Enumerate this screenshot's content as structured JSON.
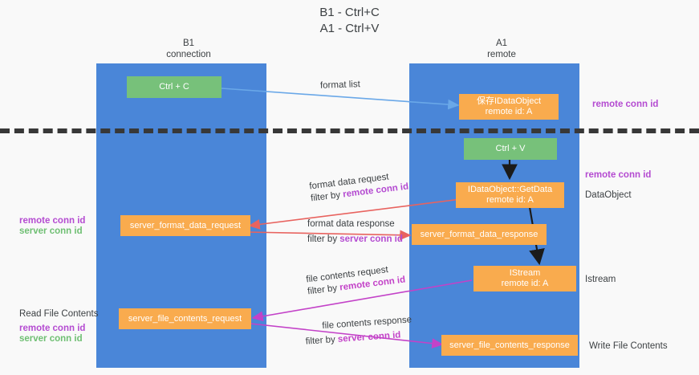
{
  "title": {
    "line1": "B1 - Ctrl+C",
    "line2": "A1 - Ctrl+V"
  },
  "lanes": [
    {
      "id": "b1",
      "name": "B1",
      "role": "connection",
      "color": "#4a86d8"
    },
    {
      "id": "a1",
      "name": "A1",
      "role": "remote",
      "color": "#4a86d8"
    }
  ],
  "nodes": {
    "ctrl_c": {
      "line1": "Ctrl + C",
      "line2": "",
      "color": "#77c17a"
    },
    "save_idataobject": {
      "line1": "保存IDataObject",
      "line2": "remote id: A",
      "color": "#f9ab4e"
    },
    "ctrl_v": {
      "line1": "Ctrl + V",
      "line2": "",
      "color": "#77c17a"
    },
    "idataobject_getdata": {
      "line1": "IDataObject::GetData",
      "line2": "remote id: A",
      "color": "#f9ab4e"
    },
    "server_format_data_request": {
      "line1": "server_format_data_request",
      "line2": "",
      "color": "#f9ab4e"
    },
    "server_format_data_response": {
      "line1": "server_format_data_response",
      "line2": "",
      "color": "#f9ab4e"
    },
    "istream": {
      "line1": "IStream",
      "line2": "remote id: A",
      "color": "#f9ab4e"
    },
    "server_file_contents_request": {
      "line1": "server_file_contents_request",
      "line2": "",
      "color": "#f9ab4e"
    },
    "server_file_contents_response": {
      "line1": "server_file_contents_response",
      "line2": "",
      "color": "#f9ab4e"
    }
  },
  "edge_labels": {
    "format_list": {
      "line1": "format list",
      "line2_prefix": "",
      "line2_key": "",
      "key_color": ""
    },
    "format_data_request": {
      "line1": "format data request",
      "line2_prefix": "filter by ",
      "line2_key": "remote conn id",
      "key_color": "#b44bd1"
    },
    "format_data_response": {
      "line1": "format data response",
      "line2_prefix": "filter by ",
      "line2_key": "server conn id",
      "key_color": "#b44bd1"
    },
    "file_contents_request": {
      "line1": "file contents request",
      "line2_prefix": "filter by ",
      "line2_key": "remote conn id",
      "key_color": "#c342c8"
    },
    "file_contents_response": {
      "line1": "file contents response",
      "line2_prefix": "filter by ",
      "line2_key": "server conn id",
      "key_color": "#c342c8"
    }
  },
  "annotations": {
    "right_remote_conn_id_top": "remote conn id",
    "right_remote_conn_id_mid": "remote conn id",
    "right_dataobject": "DataObject",
    "right_istream": "Istream",
    "right_write_file_contents": "Write File Contents",
    "left_remote_conn_id_mid": "remote conn id",
    "left_server_conn_id_mid": "server conn id",
    "left_read_file_contents": "Read File Contents",
    "left_remote_conn_id_bottom": "remote conn id",
    "left_server_conn_id_bottom": "server conn id"
  },
  "colors": {
    "lane": "#4a86d8",
    "node_orange": "#f9ab4e",
    "node_green": "#77c17a",
    "divider": "#383838",
    "wire_blue": "#6aa8e8",
    "wire_red": "#e8635f",
    "wire_black": "#1b1b1b",
    "wire_magenta": "#c342c8",
    "text": "#3c4043",
    "key_purple": "#b44bd1",
    "key_green": "#6fbf73"
  }
}
